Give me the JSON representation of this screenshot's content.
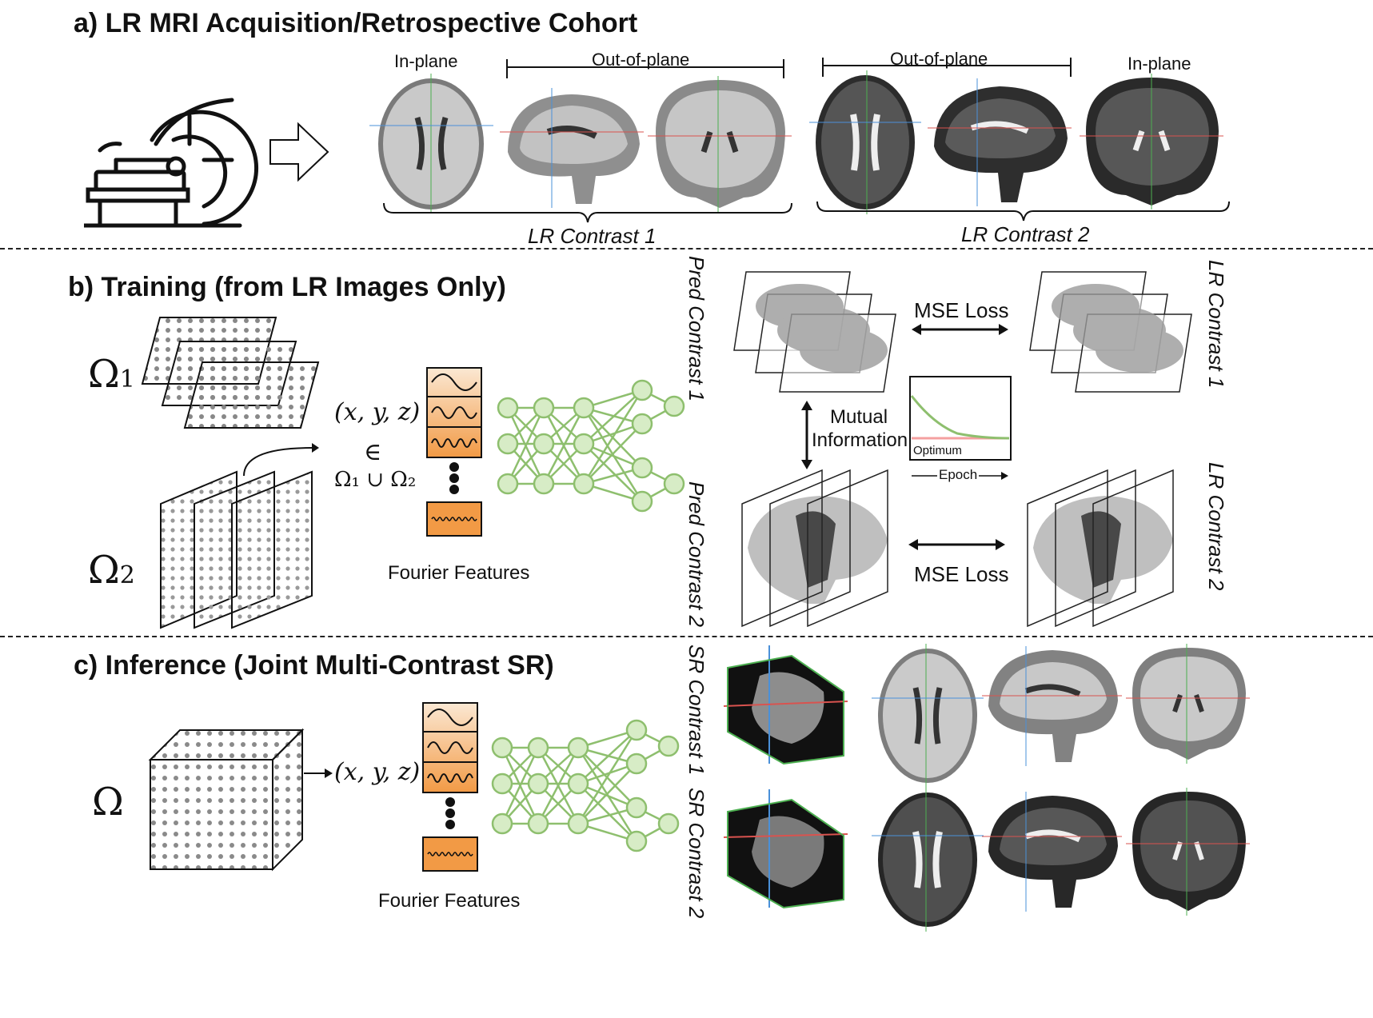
{
  "section_a": {
    "title": "a) LR MRI Acquisition/Retrospective Cohort",
    "contrast1": {
      "inplane": "In-plane",
      "outofplane": "Out-of-plane",
      "caption": "LR Contrast 1"
    },
    "contrast2": {
      "outofplane": "Out-of-plane",
      "inplane": "In-plane",
      "caption": "LR Contrast 2"
    }
  },
  "section_b": {
    "title": "b) Training (from LR Images Only)",
    "omega1": "Ω",
    "omega1_sub": "1",
    "omega2": "Ω",
    "omega2_sub": "2",
    "coords": "(x, y, z)",
    "elem": "∈",
    "union": "Ω₁ ∪ Ω₂",
    "fourier_label": "Fourier Features",
    "pred_contrast1": "Pred Contrast 1",
    "pred_contrast2": "Pred Contrast 2",
    "lr_contrast1": "LR Contrast 1",
    "lr_contrast2": "LR Contrast 2",
    "mse_loss_top": "MSE Loss",
    "mse_loss_bottom": "MSE Loss",
    "mutual_info_line1": "Mutual",
    "mutual_info_line2": "Information",
    "optimum": "Optimum",
    "epoch": "Epoch"
  },
  "section_c": {
    "title": "c) Inference (Joint Multi-Contrast SR)",
    "omega": "Ω",
    "coords": "(x, y, z)",
    "fourier_label": "Fourier Features",
    "sr_contrast1": "SR Contrast 1",
    "sr_contrast2": "SR Contrast 2"
  },
  "colors": {
    "network_green": "#8ebf6e",
    "network_fill": "#d7ecc6",
    "fourier_orange": "#f3a04e",
    "fourier_light": "#fbe3c9",
    "loss_curve": "#8ebf6e",
    "optimum_line": "#f4a0a0"
  }
}
